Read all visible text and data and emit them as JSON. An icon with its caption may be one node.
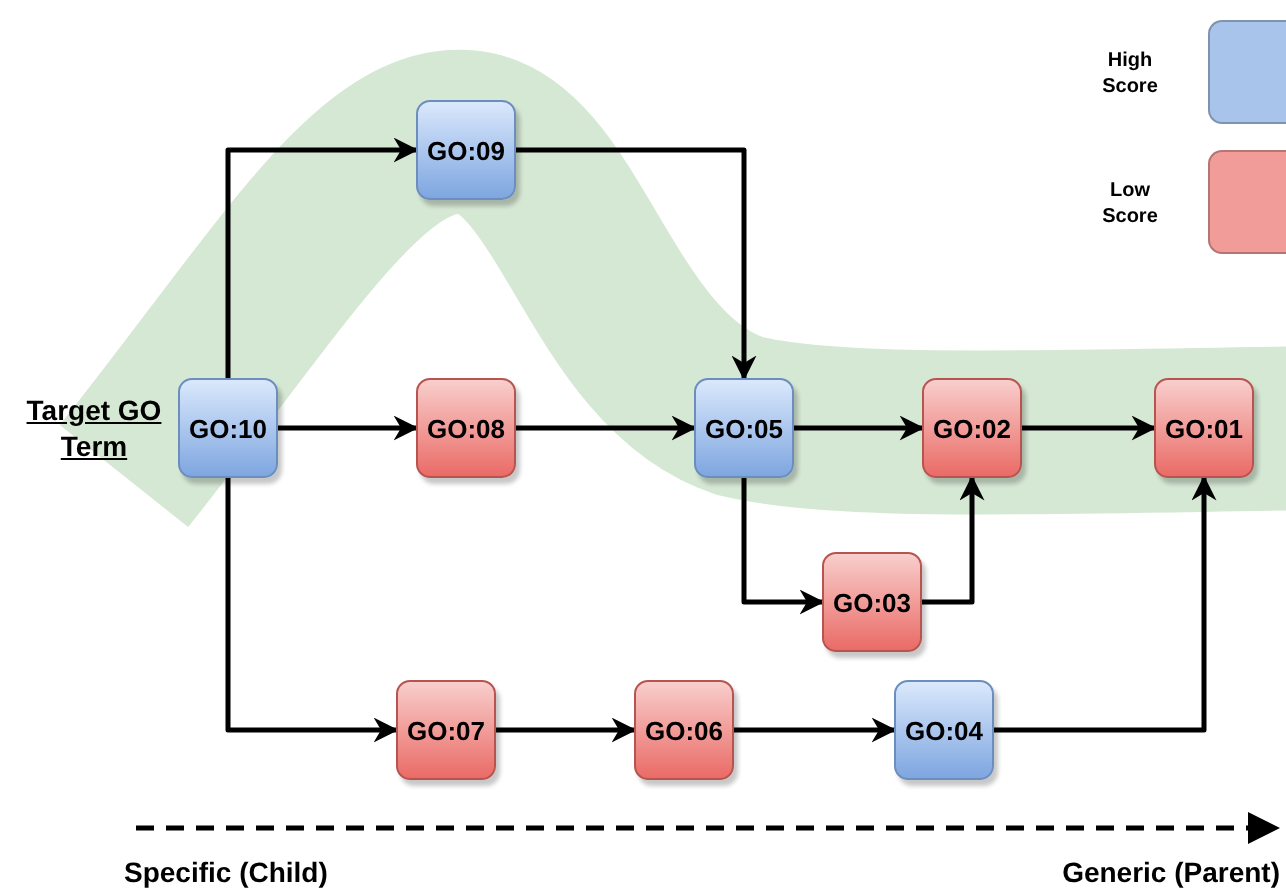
{
  "diagram": {
    "nodes": [
      {
        "text": [
          "GO:10"
        ],
        "beside": [
          "Target GO Term"
        ]
      },
      {
        "text": [
          "GO:09"
        ]
      },
      {
        "text": [
          "GO:08"
        ]
      },
      {
        "text": [
          "GO:05"
        ]
      },
      {
        "text": [
          "GO:02"
        ]
      },
      {
        "text": [
          "GO:01"
        ]
      },
      {
        "text": [
          "GO:03"
        ]
      },
      {
        "text": [
          "GO:07"
        ]
      },
      {
        "text": [
          "GO:06"
        ]
      },
      {
        "text": [
          "GO:04"
        ]
      }
    ],
    "edges": [
      {
        "from": 0,
        "to": 1,
        "arrow": "to"
      },
      {
        "from": 1,
        "to": 3,
        "arrow": "to"
      },
      {
        "from": 0,
        "to": 2,
        "arrow": "to"
      },
      {
        "from": 2,
        "to": 3,
        "arrow": "to"
      },
      {
        "from": 3,
        "to": 4,
        "arrow": "to"
      },
      {
        "from": 4,
        "to": 5,
        "arrow": "to"
      },
      {
        "from": 3,
        "to": 6,
        "arrow": "to"
      },
      {
        "from": 6,
        "to": 4,
        "arrow": "to"
      },
      {
        "from": 0,
        "to": 7,
        "arrow": "to"
      },
      {
        "from": 7,
        "to": 8,
        "arrow": "to"
      },
      {
        "from": 8,
        "to": 9,
        "arrow": "to"
      },
      {
        "from": 9,
        "to": 5,
        "arrow": "to"
      }
    ],
    "labels": [
      "Specific (Child)",
      "Generic (Parent)"
    ],
    "legend": [
      {
        "text": "High Score",
        "color": "#a9c4eb"
      },
      {
        "text": "Low Score",
        "color": "#f19c99"
      }
    ]
  }
}
